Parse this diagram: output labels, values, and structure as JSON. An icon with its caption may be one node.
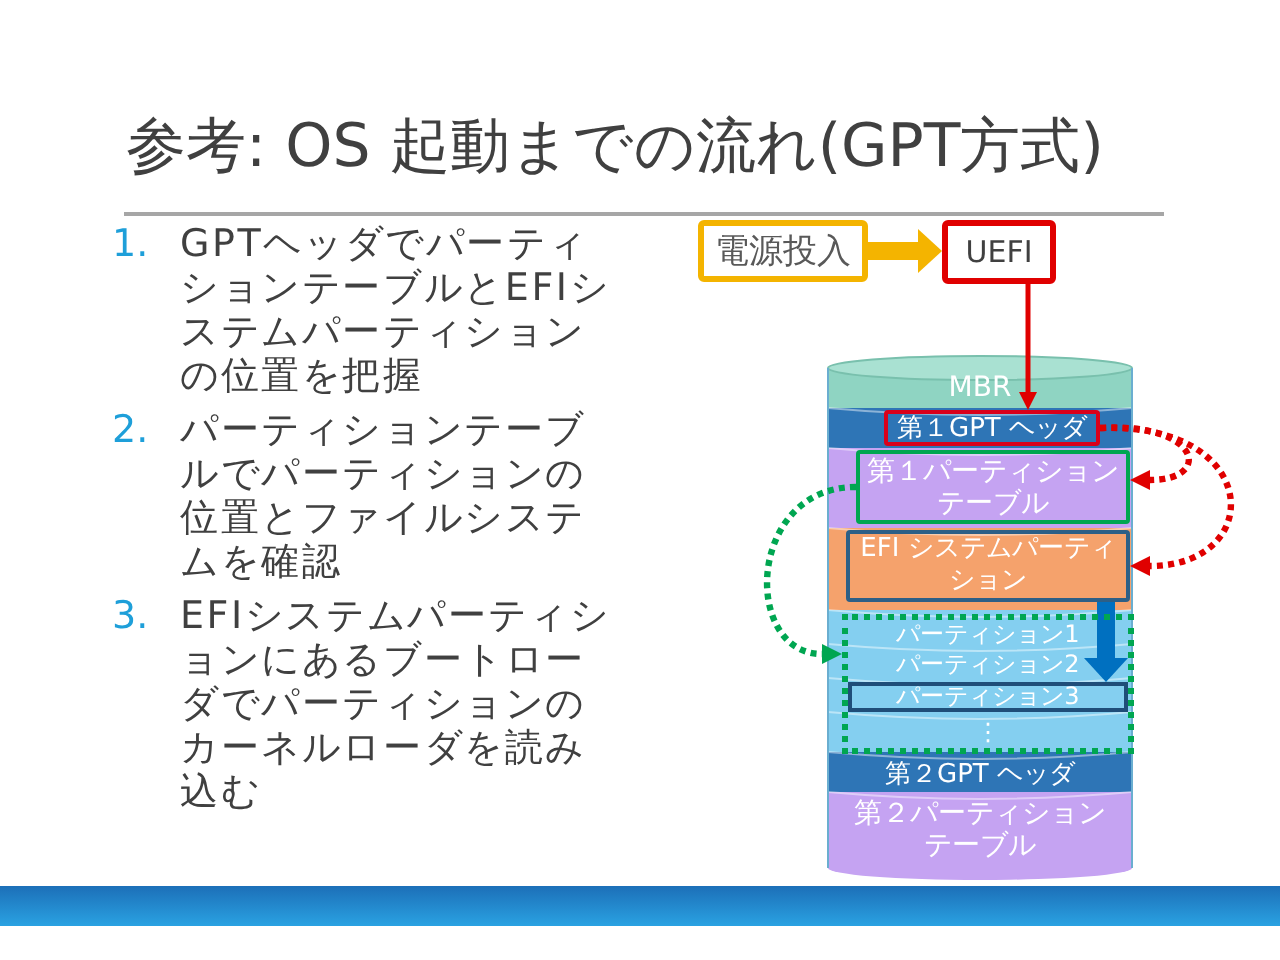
{
  "diagram": {
    "title": "参考: OS 起動までの流れ(GPT方式)",
    "nodes": [
      {
        "text": [
          "電源投入"
        ]
      },
      {
        "text": [
          "UEFI"
        ]
      },
      {
        "text": [
          "MBR"
        ]
      },
      {
        "text": [
          "第１GPT ヘッダ"
        ]
      },
      {
        "text": [
          "第１パーティションテーブル"
        ]
      },
      {
        "text": [
          "EFI システムパーティション"
        ]
      },
      {
        "text": [],
        "shape": "box"
      },
      {
        "text": [
          "パーティション1"
        ],
        "in": 6
      },
      {
        "text": [
          "パーティション2"
        ],
        "in": 6
      },
      {
        "text": [
          "パーティション3"
        ],
        "in": 6
      },
      {
        "text": [
          "⋮"
        ],
        "in": 6
      },
      {
        "text": [
          "第２GPT ヘッダ"
        ]
      },
      {
        "text": [
          "第２パーティションテーブル"
        ]
      }
    ],
    "edges": [
      {
        "from": 0,
        "to": 1,
        "arrow": "to",
        "style": "thick",
        "color": "#f4b400"
      },
      {
        "from": 1,
        "to": 3,
        "arrow": "to"
      },
      {
        "from": 3,
        "to": 4,
        "arrow": "to",
        "style": "dashed"
      },
      {
        "from": 3,
        "to": 5,
        "arrow": "to",
        "style": "dashed"
      },
      {
        "from": 4,
        "to": 6,
        "arrow": "to",
        "style": "dashed",
        "color": "#00a651"
      },
      {
        "from": 5,
        "to": 9,
        "arrow": "to",
        "style": "thick",
        "color": "#0070c0"
      }
    ],
    "labels": [
      "1.",
      "GPTヘッダでパーティションテーブルとEFIシステムパーティションの位置を把握",
      "2.",
      "パーティションテーブルでパーティションの位置とファイルシステムを確認",
      "3.",
      "EFIシステムパーティションにあるブートローダでパーティションのカーネルローダを読み込む"
    ]
  }
}
